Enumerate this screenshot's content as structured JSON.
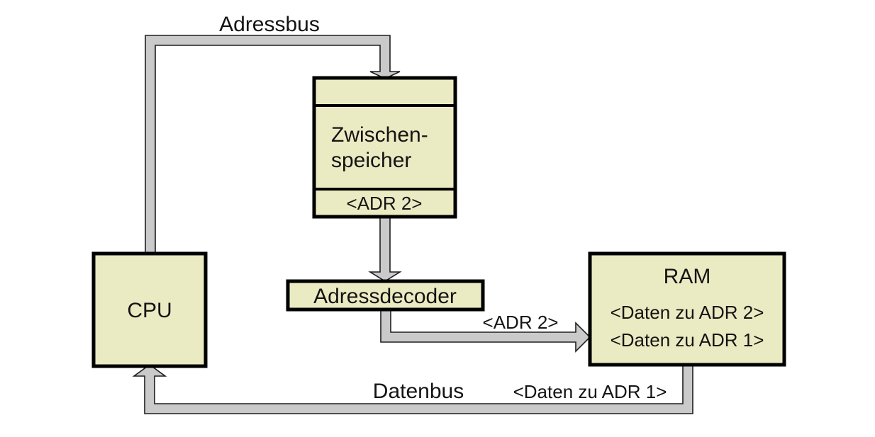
{
  "diagram": {
    "background": "#ffffff",
    "box_fill": "#ebebc3",
    "box_border": "#000000",
    "bus_fill": "#cacaca",
    "bus_outline": "#1f1f1f",
    "text_color": "#141414"
  },
  "nodes": {
    "cpu": {
      "label": "CPU"
    },
    "buffer": {
      "label_line1": "Zwischen-",
      "label_line2": "speicher",
      "slot": "<ADR 2>"
    },
    "decoder": {
      "label": "Adressdecoder"
    },
    "ram": {
      "label": "RAM",
      "data_line1": "<Daten zu ADR 2>",
      "data_line2": "<Daten zu ADR 1>"
    }
  },
  "buses": {
    "address_bus": {
      "label": "Adressbus"
    },
    "data_bus": {
      "label": "Datenbus",
      "payload": "<Daten zu ADR 1>"
    },
    "decoder_to_ram": {
      "payload": "<ADR 2>"
    }
  }
}
